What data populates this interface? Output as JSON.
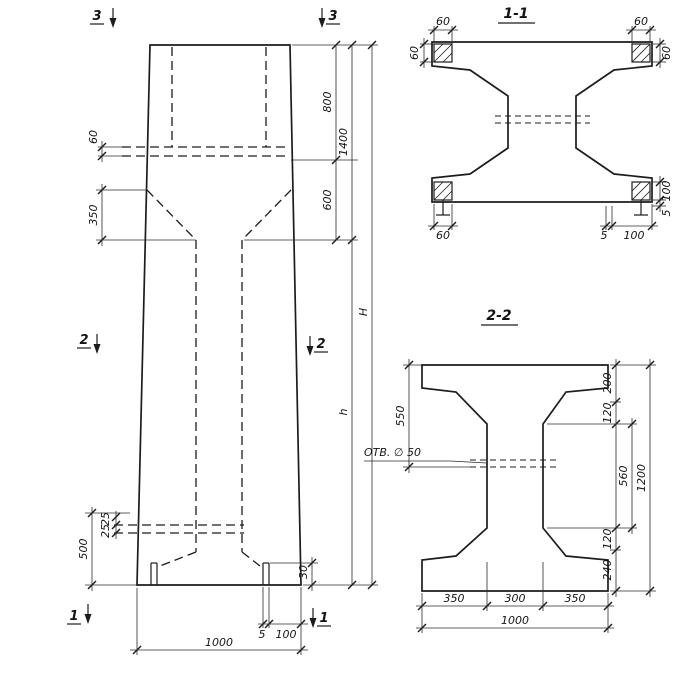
{
  "drawing": {
    "ink": "#1c1c1c",
    "background": "#ffffff"
  },
  "elevation": {
    "markers": {
      "m3_left": "3",
      "m3_right": "3",
      "m2_left": "2",
      "m2_right": "2",
      "m1_left": "1",
      "m1_right": "1"
    },
    "dims": {
      "plate": "60",
      "taper": "350",
      "gap_a": "25",
      "gap_b": "25",
      "base": "500",
      "top_block": "800",
      "transition": "600",
      "head": "1400",
      "shaft": "h",
      "total": "H",
      "foot_h": "30",
      "foot_5": "5",
      "foot_100": "100",
      "width": "1000"
    }
  },
  "section_1_1": {
    "title": "1-1",
    "dims": {
      "top_left_w": "60",
      "top_left_h": "60",
      "top_right_w": "60",
      "top_right_h": "60",
      "bottom_left": "60",
      "bottom_5": "5",
      "bottom_100": "100",
      "right_100": "100",
      "right_5": "5"
    }
  },
  "section_2_2": {
    "title": "2-2",
    "hole_label": "ОТВ. ∅ 50",
    "dims": {
      "left_550": "550",
      "r_200": "200",
      "r_120a": "120",
      "r_560": "560",
      "r_120b": "120",
      "r_240": "240",
      "r_1200": "1200",
      "b_350a": "350",
      "b_300": "300",
      "b_350b": "350",
      "b_1000": "1000"
    }
  }
}
